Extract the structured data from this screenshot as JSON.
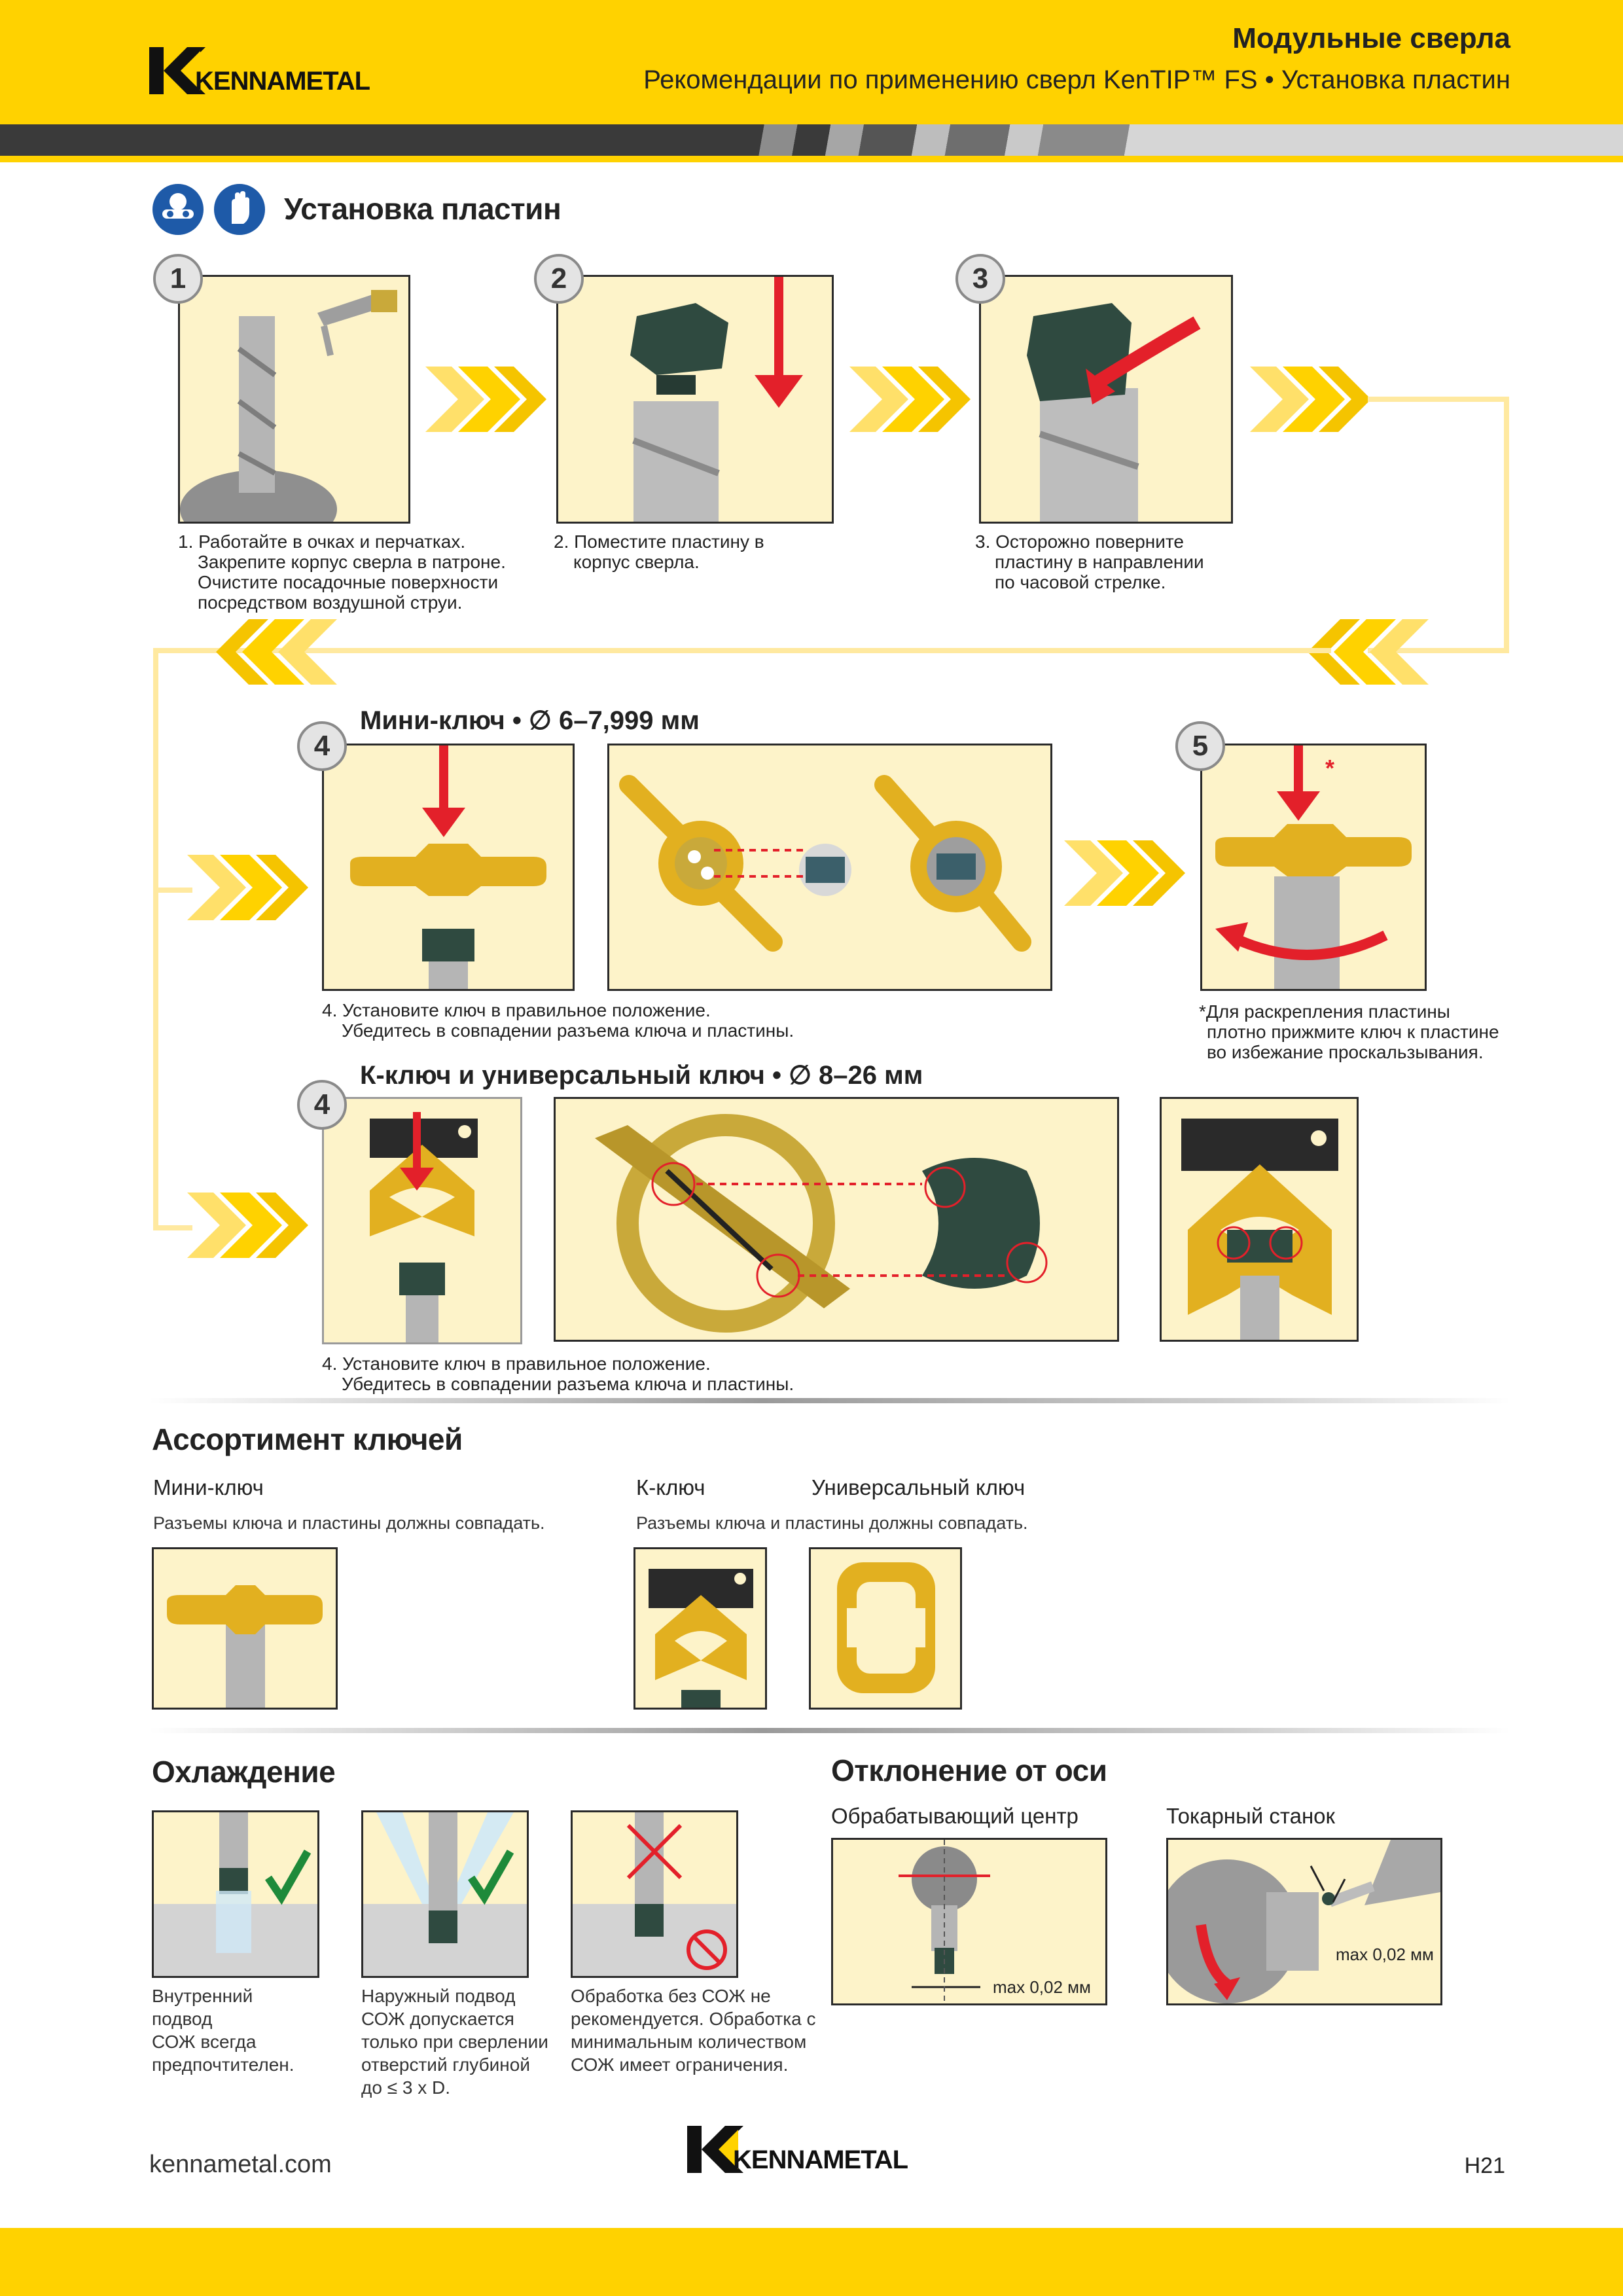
{
  "header": {
    "title": "Модульные сверла",
    "subtitle": "Рекомендации по применению сверл KenTIP™ FS • Установка пластин",
    "logo_text": "KENNAMETAL"
  },
  "colors": {
    "yellow": "#ffd200",
    "dark_gray": "#3a3a3a",
    "panel": "#fdf3c9",
    "red": "#e3202a",
    "key_gold": "#e2b020"
  },
  "section_install": {
    "title": "Установка пластин",
    "icons": [
      "safety-goggles-icon",
      "gloves-icon"
    ],
    "steps": [
      {
        "num": "1",
        "lines": [
          "1. Работайте в очках и перчатках.",
          "Закрепите корпус сверла в патроне.",
          "Очистите посадочные поверхности",
          "посредством воздушной струи."
        ]
      },
      {
        "num": "2",
        "lines": [
          "2. Поместите пластину в",
          "корпус сверла."
        ]
      },
      {
        "num": "3",
        "lines": [
          "3. Осторожно поверните",
          "пластину в направлении",
          "по часовой стрелке."
        ]
      }
    ]
  },
  "mini_key": {
    "title": "Мини-ключ • ∅ 6–7,999 мм",
    "step_num": "4",
    "step5_num": "5",
    "caption_lines": [
      "4. Установите ключ в правильное положение.",
      "Убедитесь в совпадении разъема ключа и пластины."
    ],
    "asterisk": "*",
    "note_lines": [
      "*Для раскрепления пластины",
      "плотно прижмите ключ к пластине",
      "во избежание проскальзывания."
    ]
  },
  "k_key": {
    "title": "К-ключ и универсальный ключ • ∅ 8–26 мм",
    "step_num": "4",
    "caption_lines": [
      "4. Установите ключ в правильное положение.",
      "Убедитесь в совпадении разъема ключа и пластины."
    ]
  },
  "assortment": {
    "title": "Ассортимент ключей",
    "mini": {
      "label": "Мини-ключ",
      "desc": "Разъемы ключа и пластины должны совпадать."
    },
    "k": {
      "label": "К-ключ",
      "desc": "Разъемы ключа и пластины должны совпадать."
    },
    "universal": {
      "label": "Универсальный ключ"
    }
  },
  "cooling": {
    "title": "Охлаждение",
    "items": [
      {
        "lines": [
          "Внутренний",
          "подвод",
          "СОЖ всегда",
          "предпочтителен."
        ]
      },
      {
        "lines": [
          "Наружный подвод",
          "СОЖ допускается",
          "только при сверлении",
          "отверстий глубиной",
          "до ≤ 3 x D."
        ]
      },
      {
        "lines": [
          "Обработка без СОЖ не",
          "рекомендуется. Обработка с",
          "минимальным количеством",
          "СОЖ имеет ограничения."
        ]
      }
    ]
  },
  "deviation": {
    "title": "Отклонение от оси",
    "machining_center": {
      "label": "Обрабатывающий центр",
      "tolerance": "max 0,02 мм"
    },
    "lathe": {
      "label": "Токарный станок",
      "tolerance": "max 0,02 мм"
    }
  },
  "footer": {
    "website": "kennametal.com",
    "page": "H21",
    "logo_text": "KENNAMETAL"
  }
}
